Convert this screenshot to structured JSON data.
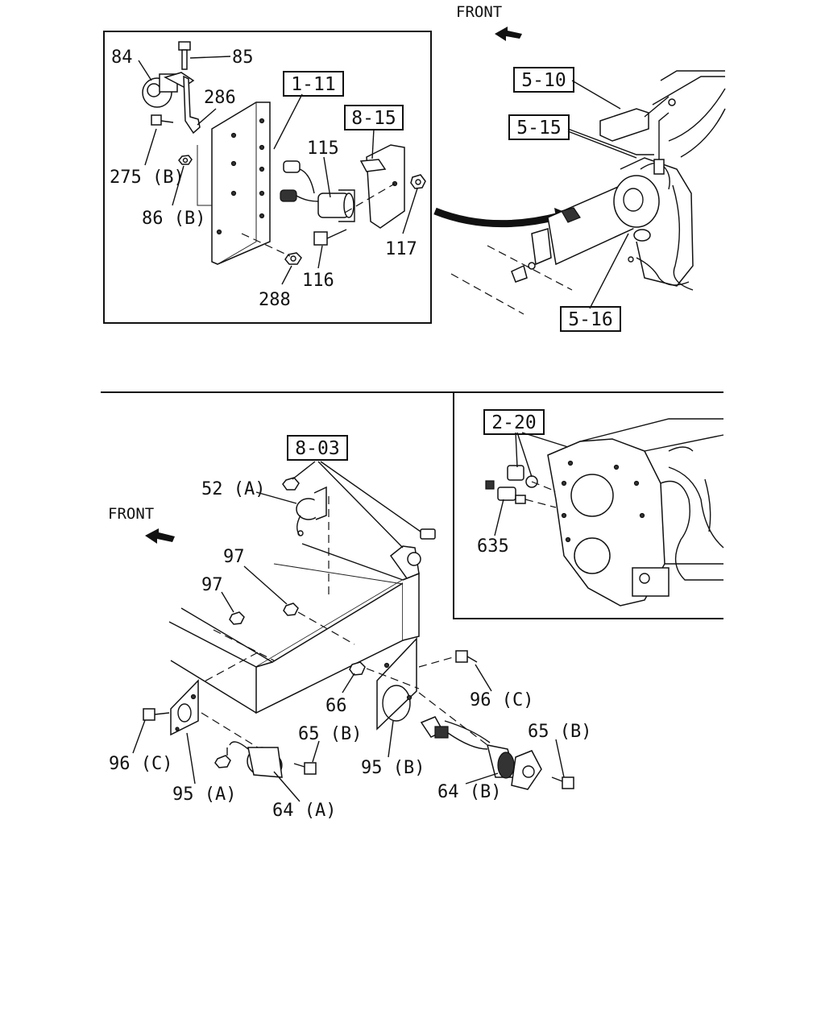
{
  "diagram": {
    "top_right": {
      "direction_label": "FRONT",
      "refs": [
        "5-10",
        "5-15",
        "5-16"
      ]
    },
    "top_left_box": {
      "parts": [
        "84",
        "85",
        "286",
        "275 (B)",
        "86 (B)",
        "115",
        "116",
        "117",
        "288"
      ],
      "refs": [
        "1-11",
        "8-15"
      ]
    },
    "bottom_left": {
      "direction_label": "FRONT",
      "refs": [
        "8-03"
      ],
      "parts": [
        "52 (A)",
        "97",
        "97",
        "66",
        "96 (C)",
        "96 (C)",
        "65 (B)",
        "65 (B)",
        "95 (A)",
        "95 (B)",
        "64 (A)",
        "64 (B)"
      ]
    },
    "bottom_right_box": {
      "refs": [
        "2-20"
      ],
      "parts": [
        "635"
      ]
    }
  }
}
